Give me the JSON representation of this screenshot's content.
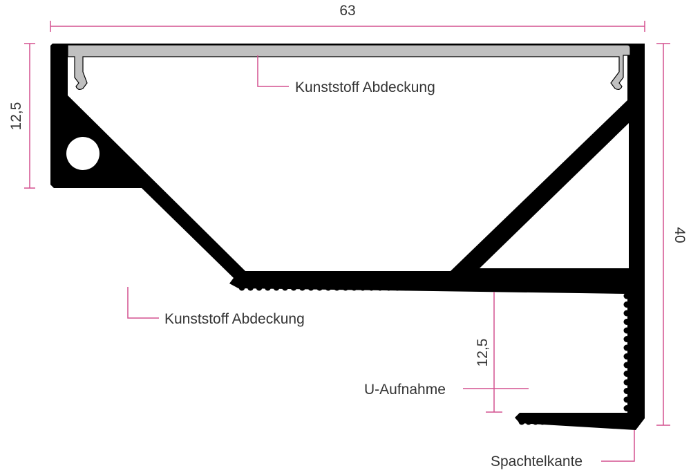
{
  "dimensions": {
    "width_total": "63",
    "height_left": "12,5",
    "height_total": "40",
    "u_depth": "12,5"
  },
  "labels": {
    "cover_top": "Kunststoff Abdeckung",
    "cover_bottom": "Kunststoff Abdeckung",
    "u_mount": "U-Aufnahme",
    "plaster_edge": "Spachtelkante"
  },
  "colors": {
    "dimension_line": "#d4508f",
    "profile": "#000000",
    "cover": "#c0c0c0",
    "text": "#333333"
  }
}
